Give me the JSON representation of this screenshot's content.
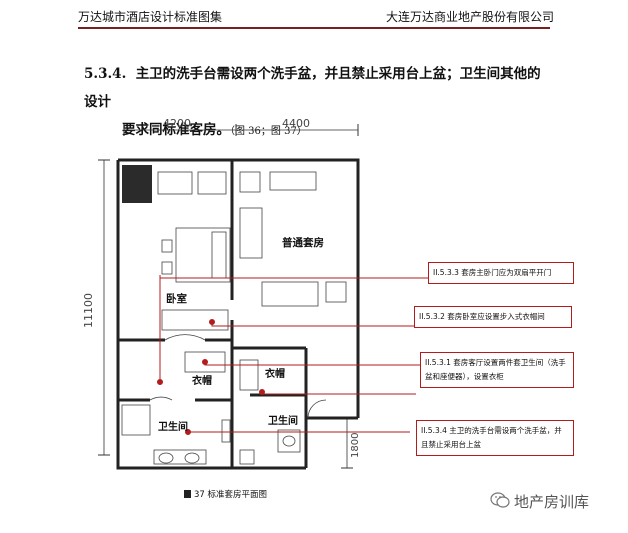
{
  "header": {
    "left_title": "万达城市酒店设计标准图集",
    "right_title": "大连万达商业地产股份有限公司"
  },
  "clause": {
    "number": "5.3.4.",
    "text_line1": "主卫的洗手台需设两个洗手盆，并且禁止采用台上盆；卫生间其他的设计",
    "text_line2": "要求同标准客房。",
    "figure_refs": "（图 36；图 37）"
  },
  "plan": {
    "dim_top_left": "4200",
    "dim_top_right": "4400",
    "dim_left_vertical": "11100",
    "dim_right_vertical": "1800",
    "room_standard": "普通套房",
    "room_bedroom": "卧室",
    "room_closet_left": "衣帽",
    "room_closet_right": "衣帽",
    "room_bath_left": "卫生间",
    "room_bath_right": "卫生间"
  },
  "notes": [
    {
      "id": "note-1",
      "text": "II.5.3.3 套房主卧门应为双扇平开门"
    },
    {
      "id": "note-2",
      "text": "II.5.3.2 套房卧室应设置步入式衣帽间"
    },
    {
      "id": "note-3",
      "text": "II.5.3.1 套房客厅设置两件套卫生间（洗手盆和座便器），设置衣柜"
    },
    {
      "id": "note-4",
      "text": "II.5.3.4 主卫的洗手台需设两个洗手盆，并且禁止采用台上盆"
    }
  ],
  "caption": {
    "figure_num": "37",
    "text": "标准套房平面图"
  },
  "watermark": {
    "text": "地产房训库",
    "icon": "wechat-icon"
  },
  "colors": {
    "accent": "#b21c1c",
    "header_rule": "#7a1f1f"
  }
}
